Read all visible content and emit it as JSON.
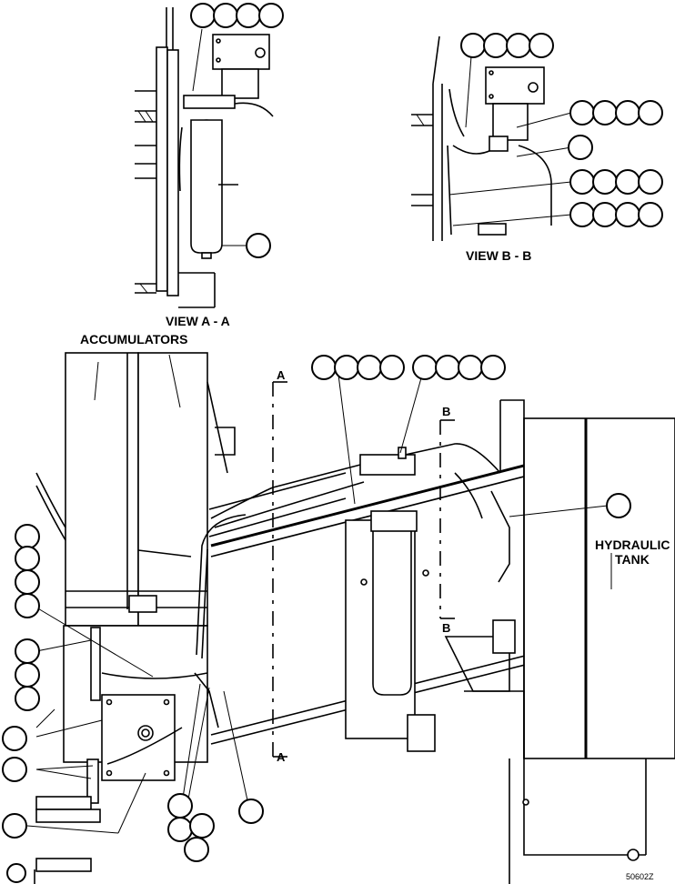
{
  "labels": {
    "view_aa": "VIEW A - A",
    "view_bb": "VIEW B - B",
    "accumulators": "ACCUMULATORS",
    "hydraulic": "HYDRAULIC",
    "tank": "TANK",
    "section_a_top": "A",
    "section_a_bottom": "A",
    "section_b_top": "B",
    "section_b_bottom": "B",
    "drawing_number": "50602Z"
  },
  "callout_groups": [
    {
      "id": "va-top",
      "count": 4
    },
    {
      "id": "va-filter",
      "count": 1
    },
    {
      "id": "vb-top",
      "count": 4
    },
    {
      "id": "vb-r1",
      "count": 4
    },
    {
      "id": "vb-r2",
      "count": 1
    },
    {
      "id": "vb-r3",
      "count": 4
    },
    {
      "id": "vb-r4",
      "count": 4
    },
    {
      "id": "main-top-left",
      "count": 4
    },
    {
      "id": "main-top-right",
      "count": 4
    },
    {
      "id": "main-right",
      "count": 1
    },
    {
      "id": "left-stack",
      "count": 10
    },
    {
      "id": "bottom-mid",
      "count": 4
    },
    {
      "id": "bottom-right",
      "count": 1
    },
    {
      "id": "bottom-left",
      "count": 1
    }
  ]
}
